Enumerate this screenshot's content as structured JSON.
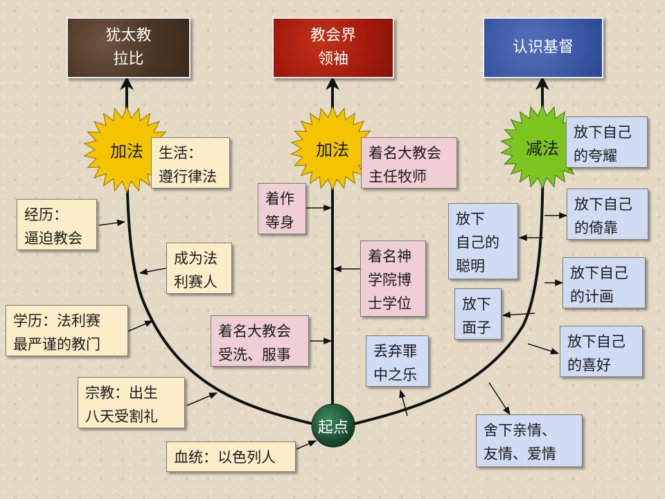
{
  "top_boxes": {
    "judaism": "犹太教\n拉比",
    "church": "教会界\n领袖",
    "christ": "认识基督"
  },
  "bursts": {
    "left": "加法",
    "middle": "加法",
    "right": "减法"
  },
  "start": "起点",
  "left_branch": {
    "bloodline": "血统：以色列人",
    "religion": "宗教：出生\n八天受割礼",
    "education": "学历：法利赛\n最严谨的教门",
    "pharisee": "成为法\n利赛人",
    "experience": "经历：\n逼迫教会",
    "life": "生活：\n遵行律法"
  },
  "middle_branch": {
    "baptized": "着名大教会\n受洗、服事",
    "doctorate": "着名神\n学院博\n士学位",
    "author": "着作\n等身",
    "pastor": "着名大教会\n主任牧师"
  },
  "right_branch": {
    "sin": "丢弃罪\n中之乐",
    "family": "舍下亲情、\n友情、爱情",
    "hobby": "放下自己\n的喜好",
    "face": "放下\n面子",
    "plan": "放下自己\n的计画",
    "smart": "放下\n自己的\n聪明",
    "reliance": "放下自己\n的倚靠",
    "glory": "放下自己\n的夸耀"
  },
  "colors": {
    "background": "#e4d9c5",
    "tan_box": "#fbedc7",
    "pink_box": "#efcfd3",
    "blue_box": "#cfdcf4",
    "burst_yellow": "#f4c400",
    "burst_green": "#7cc520",
    "start_green": "#1f5a3a",
    "line": "#111111"
  }
}
